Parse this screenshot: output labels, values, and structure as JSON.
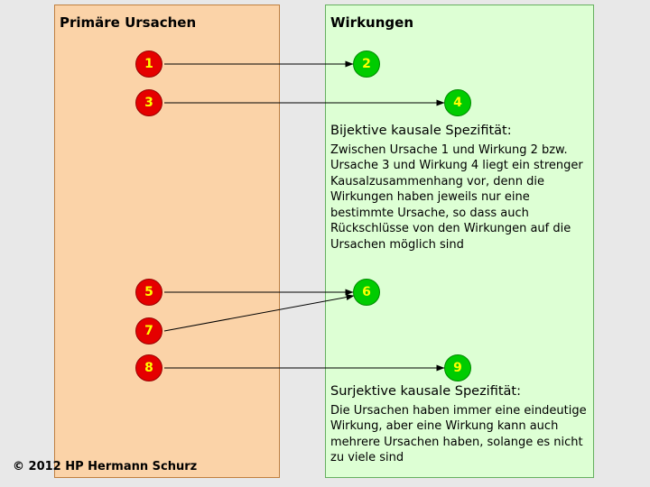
{
  "panels": {
    "causes": {
      "title": "Primäre Ursachen"
    },
    "effects": {
      "title": "Wirkungen"
    }
  },
  "nodes": {
    "causes": [
      {
        "label": "1"
      },
      {
        "label": "3"
      },
      {
        "label": "5"
      },
      {
        "label": "7"
      },
      {
        "label": "8"
      }
    ],
    "effects": [
      {
        "label": "2"
      },
      {
        "label": "4"
      },
      {
        "label": "6"
      },
      {
        "label": "9"
      }
    ]
  },
  "texts": {
    "bijektiv": {
      "heading": "Bijektive kausale Spezifität:",
      "body": "Zwischen Ursache 1 und Wirkung 2 bzw. Ursache 3 und Wirkung 4 liegt ein strenger Kausalzusammenhang vor, denn die Wirkungen haben jeweils nur eine bestimmte Ursache, so dass auch Rückschlüsse von den Wirkungen auf die Ursachen möglich sind"
    },
    "surjektiv": {
      "heading": "Surjektive kausale Spezifität:",
      "body": "Die Ursachen haben immer eine eindeutige Wirkung, aber eine Wirkung kann auch mehrere Ursachen haben, solange es nicht zu viele sind"
    }
  },
  "copyright": "© 2012 HP Hermann Schurz",
  "colors": {
    "cause_panel": "#fbd3a8",
    "effect_panel": "#ddffd4",
    "cause_node": "#e50000",
    "effect_node": "#00cc00",
    "node_label": "#ffff00",
    "background": "#e8e8e8"
  }
}
